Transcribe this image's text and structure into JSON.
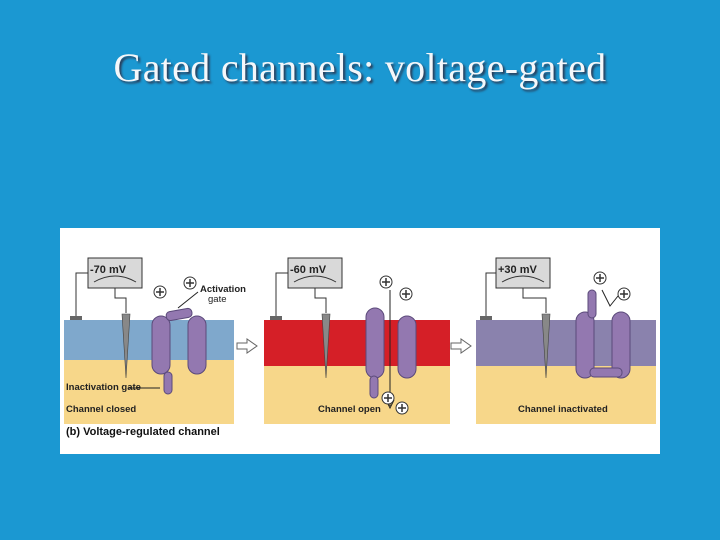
{
  "slide": {
    "title": "Gated channels: voltage-gated"
  },
  "figure": {
    "caption": "(b) Voltage-regulated channel",
    "panels": [
      {
        "voltage": "-70 mV",
        "state": "Channel closed",
        "activation_label": "Activation",
        "activation_sub": "gate",
        "inactivation_label": "Inactivation gate"
      },
      {
        "voltage": "-60 mV",
        "state": "Channel open"
      },
      {
        "voltage": "+30 mV",
        "state": "Channel inactivated"
      }
    ],
    "colors": {
      "background": "#1b98d2",
      "resting_extracellular": "#7fa8cc",
      "depolarized_extracellular": "#d51f27",
      "inactivated_extracellular": "#8a82ad",
      "cytoplasm": "#f7d78a",
      "channel": "#9378b0"
    },
    "icons": [
      "voltmeter-icon",
      "electrode-icon",
      "ion-plus-icon",
      "arrow-icon"
    ]
  }
}
